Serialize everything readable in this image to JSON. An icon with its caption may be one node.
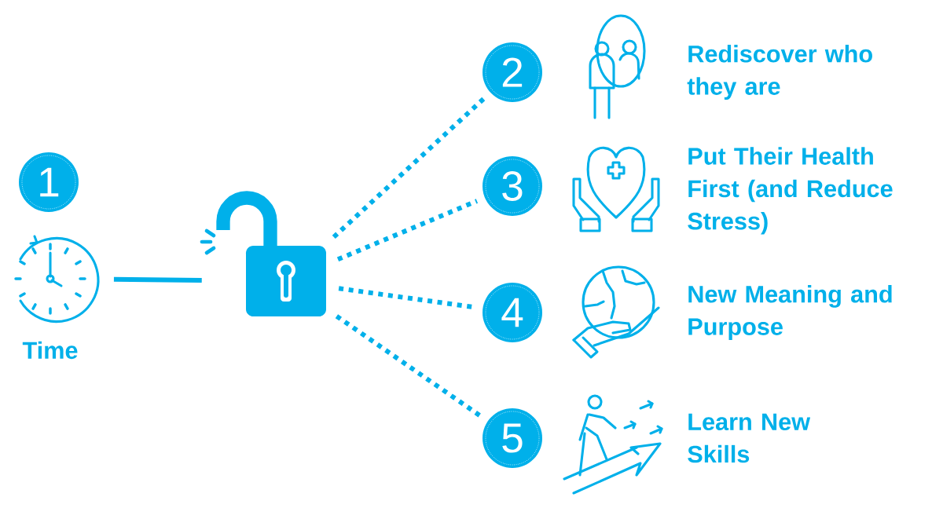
{
  "diagram": {
    "nodes": [
      {
        "text": [
          "1"
        ]
      },
      {
        "text": [],
        "shape": "picture",
        "beside": [
          "Time"
        ]
      },
      {
        "text": [],
        "shape": "picture"
      },
      {
        "text": [
          "2"
        ]
      },
      {
        "text": [
          "3"
        ]
      },
      {
        "text": [
          "4"
        ]
      },
      {
        "text": [
          "5"
        ]
      }
    ],
    "edges": [
      {
        "from": 1,
        "to": 2,
        "arrow": "none"
      },
      {
        "from": 2,
        "to": 3,
        "arrow": "none",
        "style": "dashed"
      },
      {
        "from": 2,
        "to": 4,
        "arrow": "none",
        "style": "dashed"
      },
      {
        "from": 2,
        "to": 5,
        "arrow": "none",
        "style": "dashed"
      },
      {
        "from": 2,
        "to": 6,
        "arrow": "none",
        "style": "dashed"
      }
    ],
    "labels": [
      "Rediscover who they are",
      "Put Their Health First (and Reduce Stress)",
      "New Meaning and Purpose",
      "Learn New Skills"
    ]
  }
}
